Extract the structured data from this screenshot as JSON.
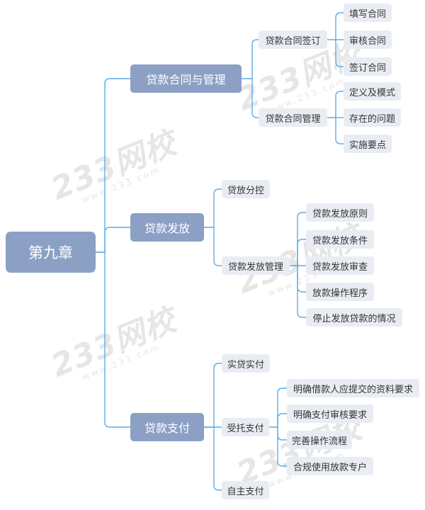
{
  "watermark": {
    "text": "233网校",
    "url": "www.233.com"
  },
  "root": "第九章",
  "branches": [
    {
      "label": "贷款合同与管理",
      "children": [
        {
          "label": "贷款合同签订",
          "children": [
            "填写合同",
            "审核合同",
            "签订合同"
          ]
        },
        {
          "label": "贷款合同管理",
          "children": [
            "定义及模式",
            "存在的问题",
            "实施要点"
          ]
        }
      ]
    },
    {
      "label": "贷款发放",
      "children": [
        {
          "label": "贷放分控",
          "children": []
        },
        {
          "label": "贷款发放管理",
          "children": [
            "贷款发放原则",
            "贷款发放条件",
            "贷款发放审查",
            "放款操作程序",
            "停止发放贷款的情况"
          ]
        }
      ]
    },
    {
      "label": "贷款支付",
      "children": [
        {
          "label": "实贷实付",
          "children": []
        },
        {
          "label": "受托支付",
          "children": [
            "明确借款人应提交的资料要求",
            "明确支付审核要求",
            "完善操作流程",
            "合规使用放款专户"
          ]
        },
        {
          "label": "自主支付",
          "children": []
        }
      ]
    }
  ]
}
